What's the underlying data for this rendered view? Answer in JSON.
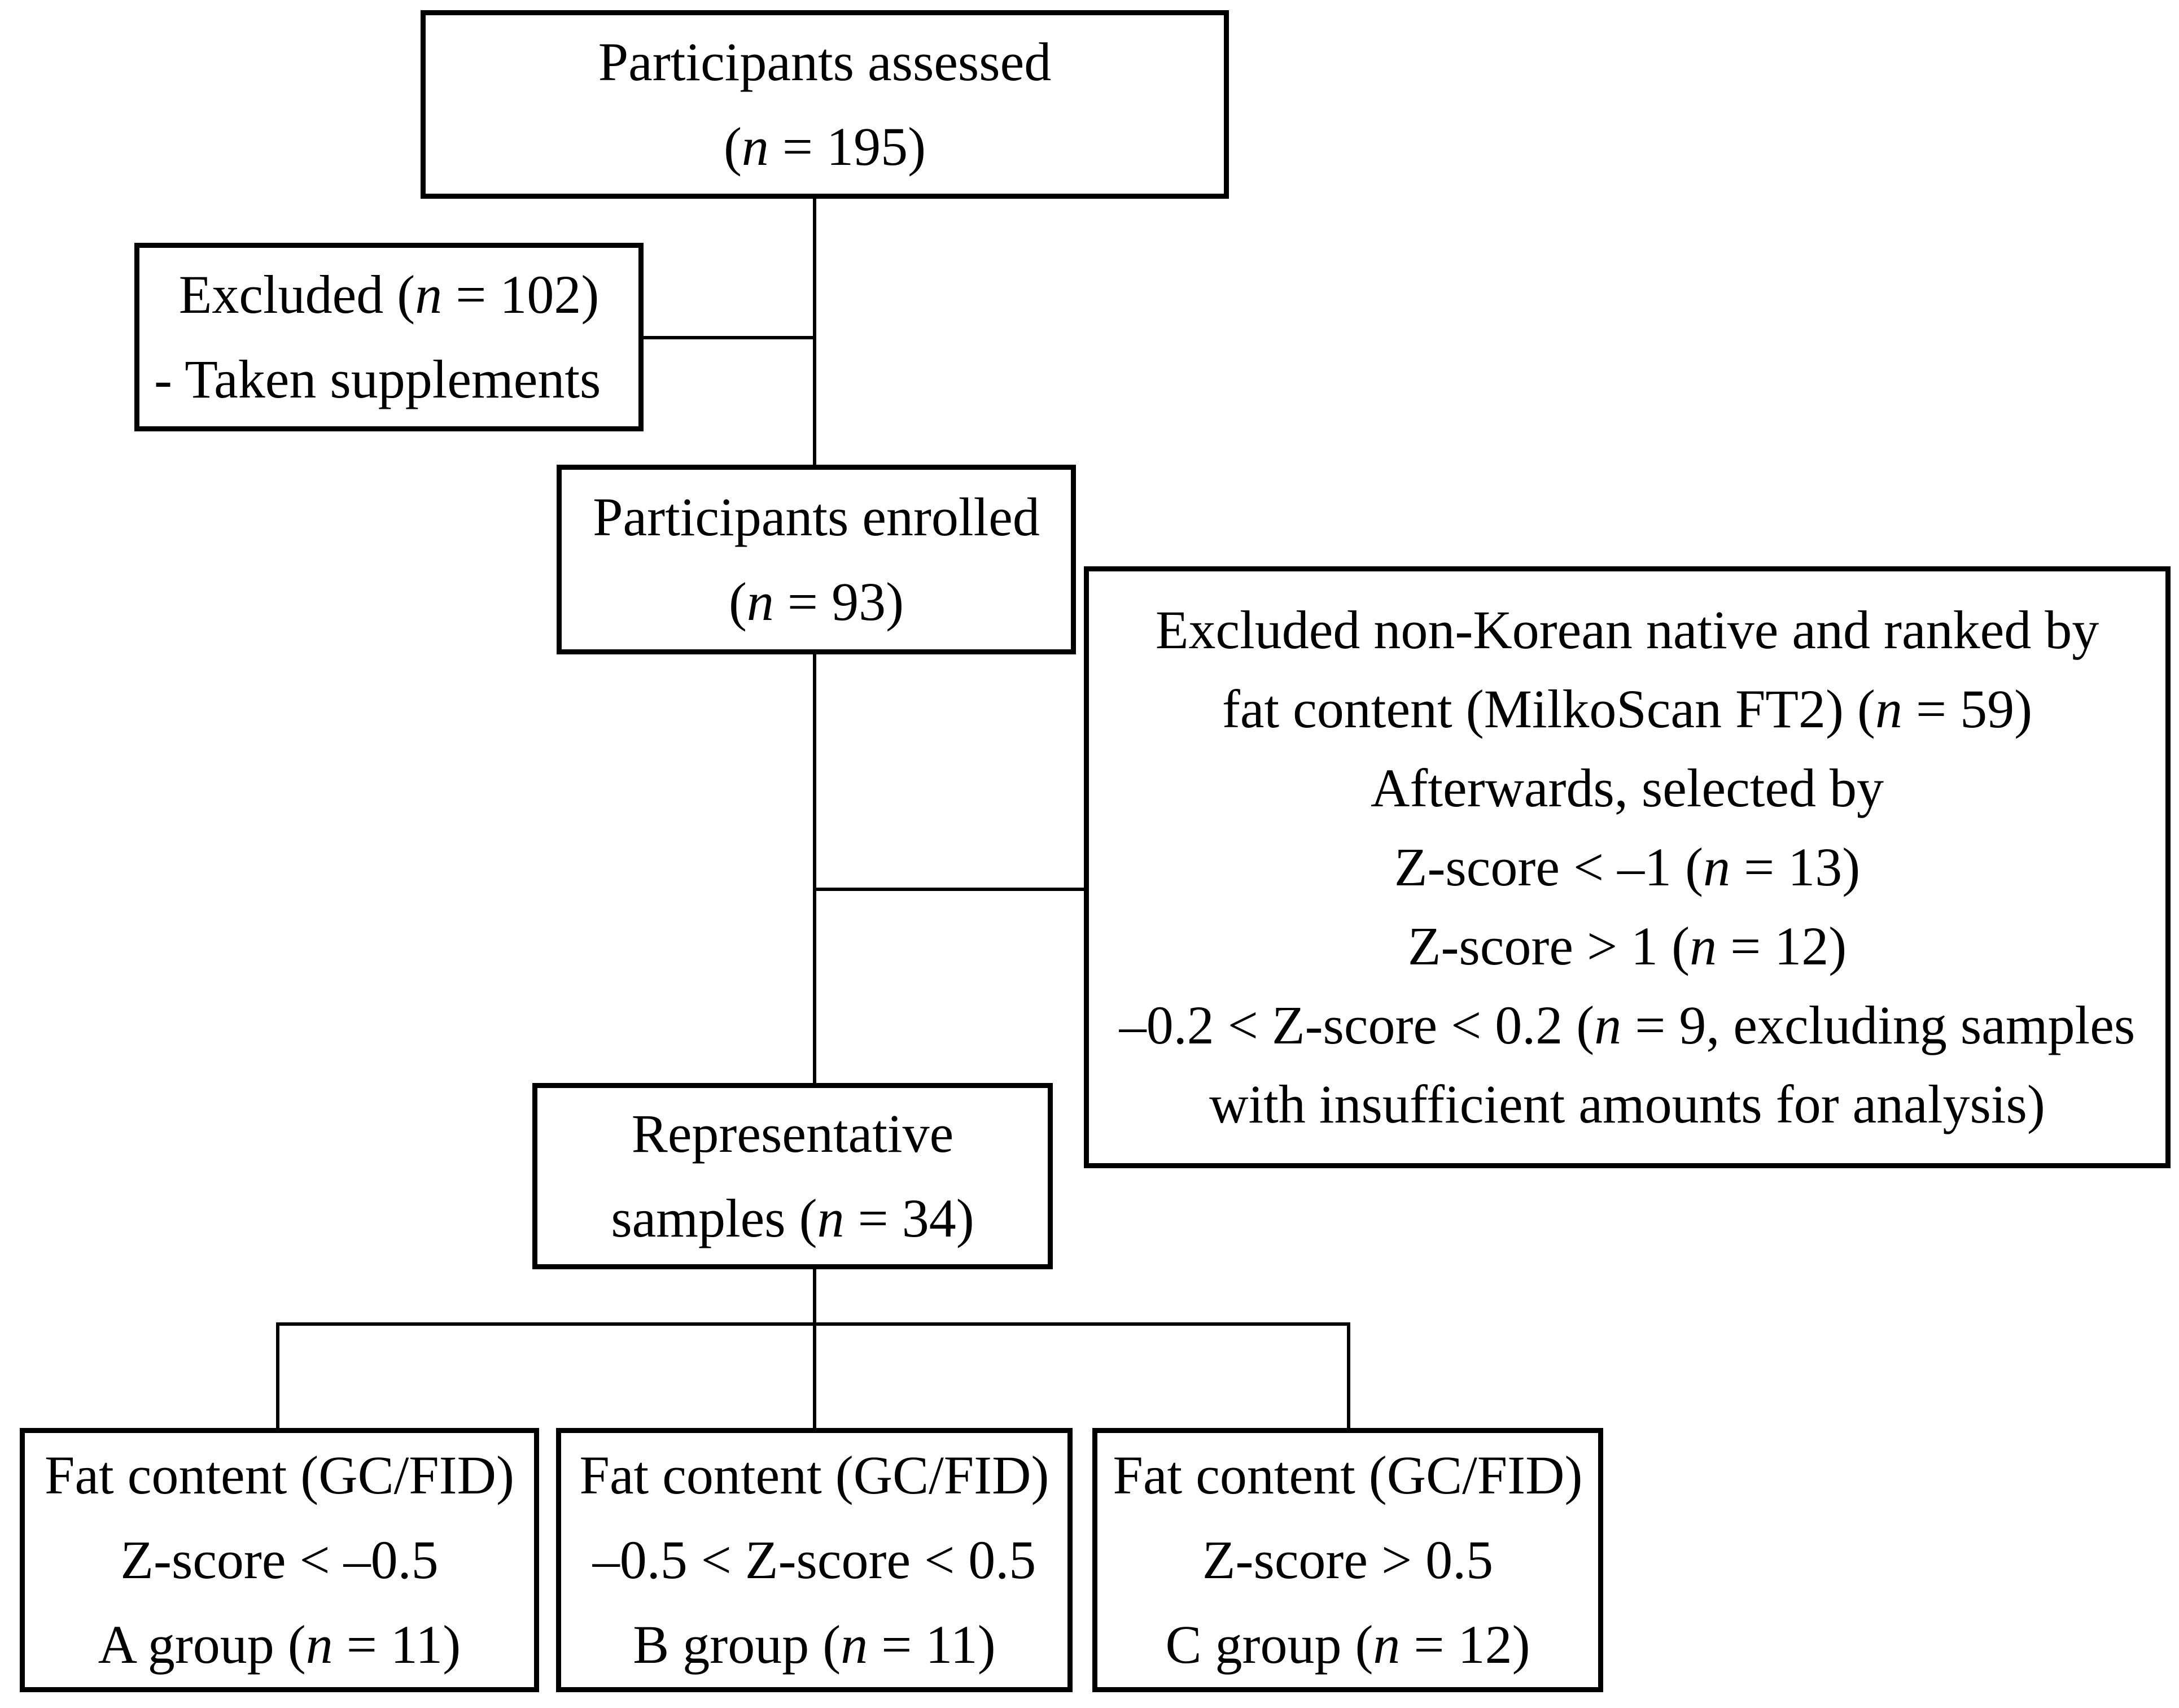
{
  "colors": {
    "background": "#ffffff",
    "line": "#000000",
    "text": "#000000"
  },
  "boxes": {
    "assessed": {
      "lines": [
        {
          "pre": "Participants assessed",
          "it": "",
          "post": ""
        },
        {
          "pre": "(",
          "it": "n",
          "post": " = 195)"
        }
      ]
    },
    "excluded_supplements": {
      "lines": [
        {
          "pre": "Excluded (",
          "it": "n",
          "post": " = 102)"
        },
        {
          "pre": "- Taken supplements",
          "it": "",
          "post": ""
        }
      ]
    },
    "enrolled": {
      "lines": [
        {
          "pre": "Participants enrolled",
          "it": "",
          "post": ""
        },
        {
          "pre": "(",
          "it": "n",
          "post": " = 93)"
        }
      ]
    },
    "excluded_selection": {
      "lines": [
        {
          "pre": "Excluded non-Korean native and ranked by",
          "it": "",
          "post": ""
        },
        {
          "pre": "fat content (MilkoScan FT2) (",
          "it": "n",
          "post": " = 59)"
        },
        {
          "pre": "Afterwards, selected by",
          "it": "",
          "post": ""
        },
        {
          "pre": "Z-score < –1 (",
          "it": "n",
          "post": " = 13)"
        },
        {
          "pre": "Z-score > 1 (",
          "it": "n",
          "post": " = 12)"
        },
        {
          "pre": "–0.2 < Z-score < 0.2 (",
          "it": "n",
          "post": " = 9, excluding samples"
        },
        {
          "pre": "with insufficient amounts for analysis)",
          "it": "",
          "post": ""
        }
      ]
    },
    "representative": {
      "lines": [
        {
          "pre": "Representative",
          "it": "",
          "post": ""
        },
        {
          "pre": "samples (",
          "it": "n",
          "post": " = 34)"
        }
      ]
    },
    "group_a": {
      "lines": [
        {
          "pre": "Fat content (GC/FID)",
          "it": "",
          "post": ""
        },
        {
          "pre": "Z-score < –0.5",
          "it": "",
          "post": ""
        },
        {
          "pre": "A group (",
          "it": "n",
          "post": " = 11)"
        }
      ]
    },
    "group_b": {
      "lines": [
        {
          "pre": "Fat content (GC/FID)",
          "it": "",
          "post": ""
        },
        {
          "pre": "–0.5 < Z-score < 0.5",
          "it": "",
          "post": ""
        },
        {
          "pre": "B group (",
          "it": "n",
          "post": " = 11)"
        }
      ]
    },
    "group_c": {
      "lines": [
        {
          "pre": "Fat content (GC/FID)",
          "it": "",
          "post": ""
        },
        {
          "pre": "Z-score > 0.5",
          "it": "",
          "post": ""
        },
        {
          "pre": "C group (",
          "it": "n",
          "post": " = 12)"
        }
      ]
    }
  }
}
